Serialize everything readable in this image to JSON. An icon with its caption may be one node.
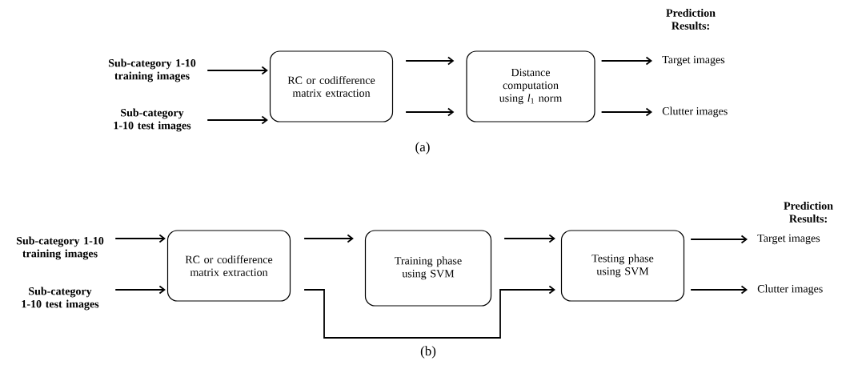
{
  "diagram": {
    "nodes": [
      {
        "text": [
          "Sub-category 1-10 training images"
        ]
      },
      {
        "text": [
          "Sub-category 1-10 test images"
        ]
      },
      {
        "text": [
          "RC or codifference matrix extraction"
        ]
      },
      {
        "text": [
          "Distance computation using *l*$_{1}$ norm"
        ]
      },
      {
        "text": [
          "Target images"
        ]
      },
      {
        "text": [
          "Clutter images"
        ]
      },
      {
        "text": [
          "Sub-category 1-10 training images"
        ]
      },
      {
        "text": [
          "Sub-category 1-10 test images"
        ]
      },
      {
        "text": [
          "RC or codifference matrix extraction"
        ]
      },
      {
        "text": [
          "Training phase using SVM"
        ]
      },
      {
        "text": [
          "Testing phase using SVM"
        ]
      },
      {
        "text": [
          "Target images"
        ]
      },
      {
        "text": [
          "Clutter images"
        ]
      }
    ],
    "edges": [
      {
        "from": 0,
        "to": 2,
        "arrow": "to"
      },
      {
        "from": 1,
        "to": 2,
        "arrow": "to"
      },
      {
        "from": 2,
        "to": 3,
        "arrow": "to"
      },
      {
        "from": 2,
        "to": 3,
        "arrow": "to"
      },
      {
        "from": 3,
        "to": 4,
        "arrow": "to"
      },
      {
        "from": 3,
        "to": 5,
        "arrow": "to"
      },
      {
        "from": 6,
        "to": 8,
        "arrow": "to"
      },
      {
        "from": 7,
        "to": 8,
        "arrow": "to"
      },
      {
        "from": 8,
        "to": 9,
        "arrow": "to"
      },
      {
        "from": 9,
        "to": 10,
        "arrow": "to"
      },
      {
        "from": 8,
        "to": 10,
        "arrow": "to"
      },
      {
        "from": 10,
        "to": 11,
        "arrow": "to"
      },
      {
        "from": 10,
        "to": 12,
        "arrow": "to"
      }
    ],
    "labels": [
      "Prediction Results:",
      "(a)",
      "Prediction Results:",
      "(b)"
    ]
  }
}
